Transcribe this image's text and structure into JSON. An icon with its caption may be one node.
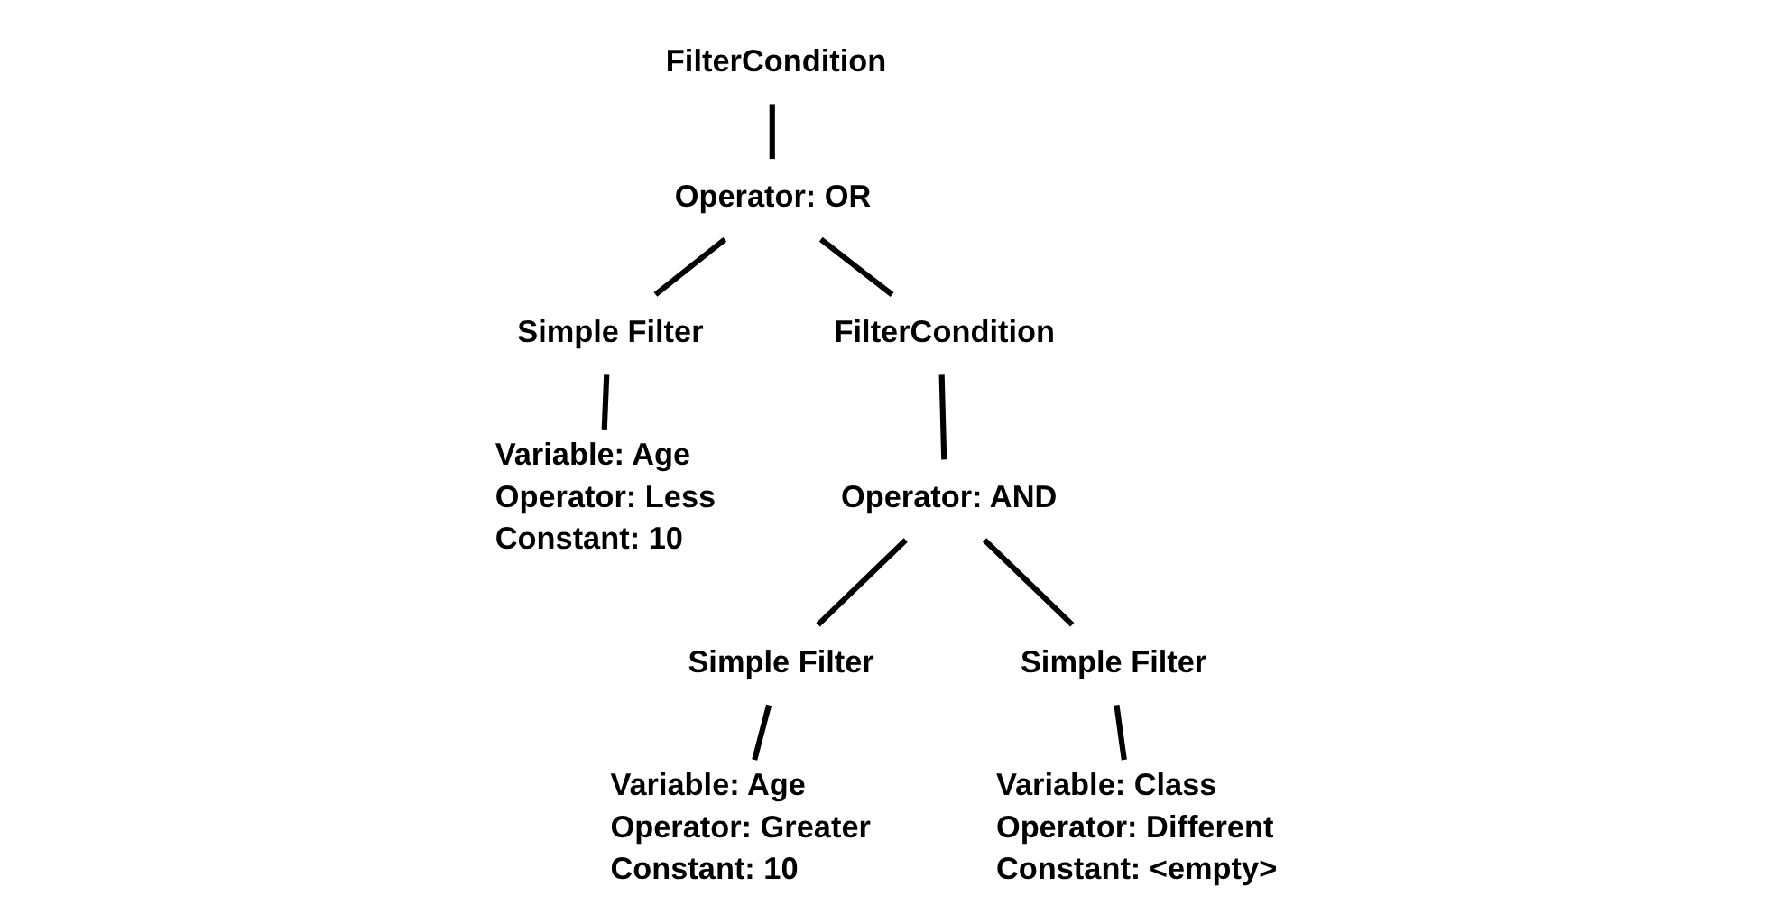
{
  "diagram": {
    "nodes": [
      {
        "text": [
          "FilterCondition"
        ]
      },
      {
        "text": [
          "Operator: OR"
        ]
      },
      {
        "text": [
          "Simple Filter"
        ]
      },
      {
        "text": [
          "Variable: Age",
          "Operator: Less",
          "Constant: 10"
        ]
      },
      {
        "text": [
          "FilterCondition"
        ]
      },
      {
        "text": [
          "Operator: AND"
        ]
      },
      {
        "text": [
          "Simple Filter"
        ]
      },
      {
        "text": [
          "Variable: Age",
          "Operator: Greater",
          "Constant: 10"
        ]
      },
      {
        "text": [
          "Simple Filter"
        ]
      },
      {
        "text": [
          "Variable: Class",
          "Operator: Different",
          "Constant: <empty>"
        ]
      }
    ],
    "edges": [
      {
        "from": 0,
        "to": 1,
        "arrow": "none"
      },
      {
        "from": 1,
        "to": 2,
        "arrow": "none"
      },
      {
        "from": 1,
        "to": 4,
        "arrow": "none"
      },
      {
        "from": 2,
        "to": 3,
        "arrow": "none"
      },
      {
        "from": 4,
        "to": 5,
        "arrow": "none"
      },
      {
        "from": 5,
        "to": 6,
        "arrow": "none"
      },
      {
        "from": 5,
        "to": 8,
        "arrow": "none"
      },
      {
        "from": 6,
        "to": 7,
        "arrow": "none"
      },
      {
        "from": 8,
        "to": 9,
        "arrow": "none"
      }
    ]
  }
}
